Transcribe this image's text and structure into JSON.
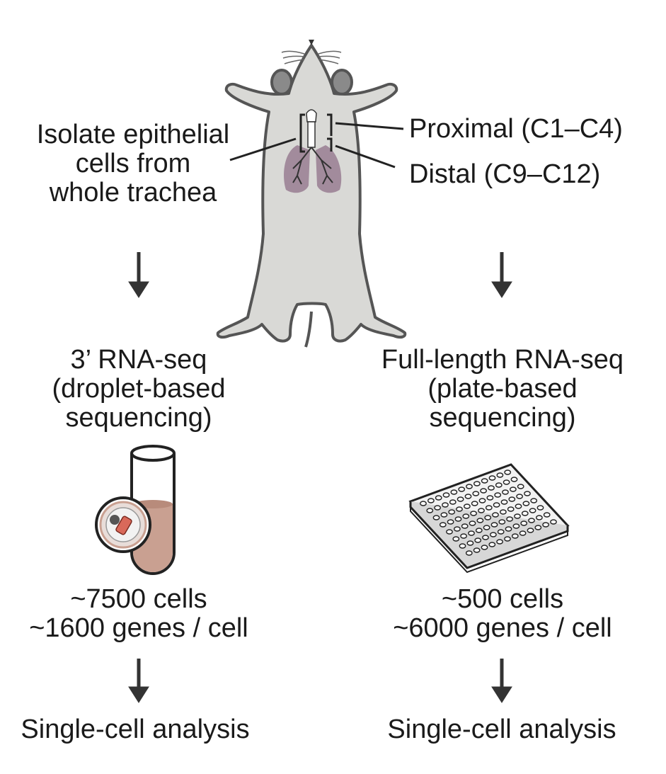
{
  "left_label": [
    "Isolate epithelial",
    "cells from",
    "whole trachea"
  ],
  "proximal_label": "Proximal (C1–C4)",
  "distal_label": "Distal (C9–C12)",
  "left_method": [
    "3’ RNA-seq",
    "(droplet-based",
    "sequencing)"
  ],
  "right_method": [
    "Full-length RNA-seq",
    "(plate-based",
    "sequencing)"
  ],
  "left_stats": [
    "~7500 cells",
    "~1600 genes / cell"
  ],
  "right_stats": [
    "~500 cells",
    "~6000 genes / cell"
  ],
  "left_result": "Single-cell analysis",
  "right_result": "Single-cell analysis",
  "colors": {
    "mouse_fill": "#d9d9d6",
    "mouse_outline": "#555555",
    "ear_fill": "#8a8a8a",
    "lung_fill": "#9b8296",
    "tube_liquid": "#c9a091",
    "cell_red": "#d9695a",
    "plate_fill": "#d7d7d7",
    "arrow": "#333333"
  },
  "icons": [
    "mouse-illustration",
    "trachea-lungs",
    "droplet-tube-icon",
    "well-plate-icon"
  ]
}
